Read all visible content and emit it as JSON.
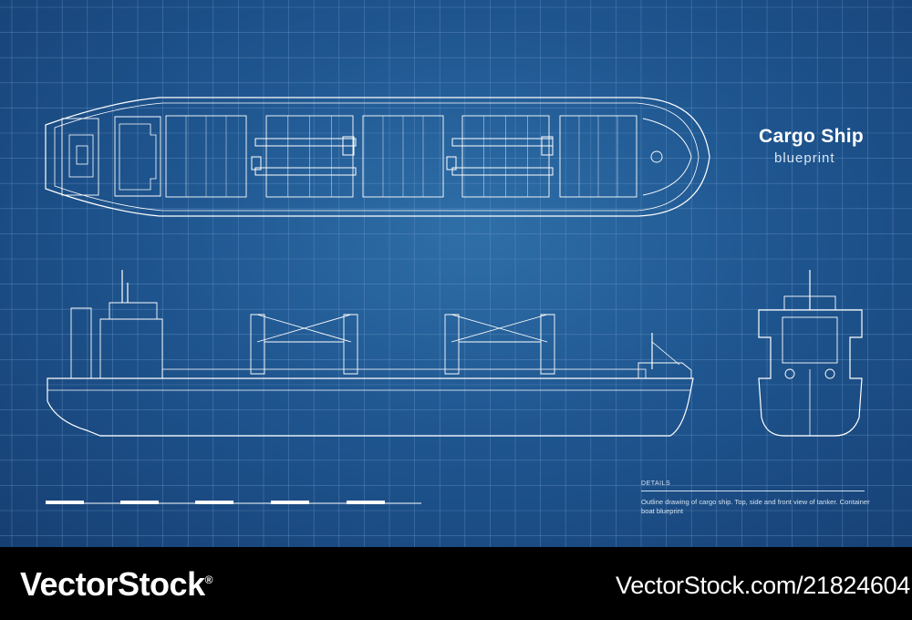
{
  "title": "Cargo Ship",
  "subtitle": "blueprint",
  "details": {
    "heading": "DETAILS",
    "text": "Outline drawing of cargo ship. Top, side and front view of tanker. Container boat blueprint"
  },
  "footer": {
    "brand": "VectorStock",
    "registered_mark": "®",
    "url": "VectorStock.com/21824604"
  },
  "colors": {
    "background": "#1f5690",
    "line": "#ffffff",
    "grid": "#6f9ccc",
    "footer": "#000000"
  },
  "views": [
    "top-view",
    "side-view",
    "front-view"
  ]
}
